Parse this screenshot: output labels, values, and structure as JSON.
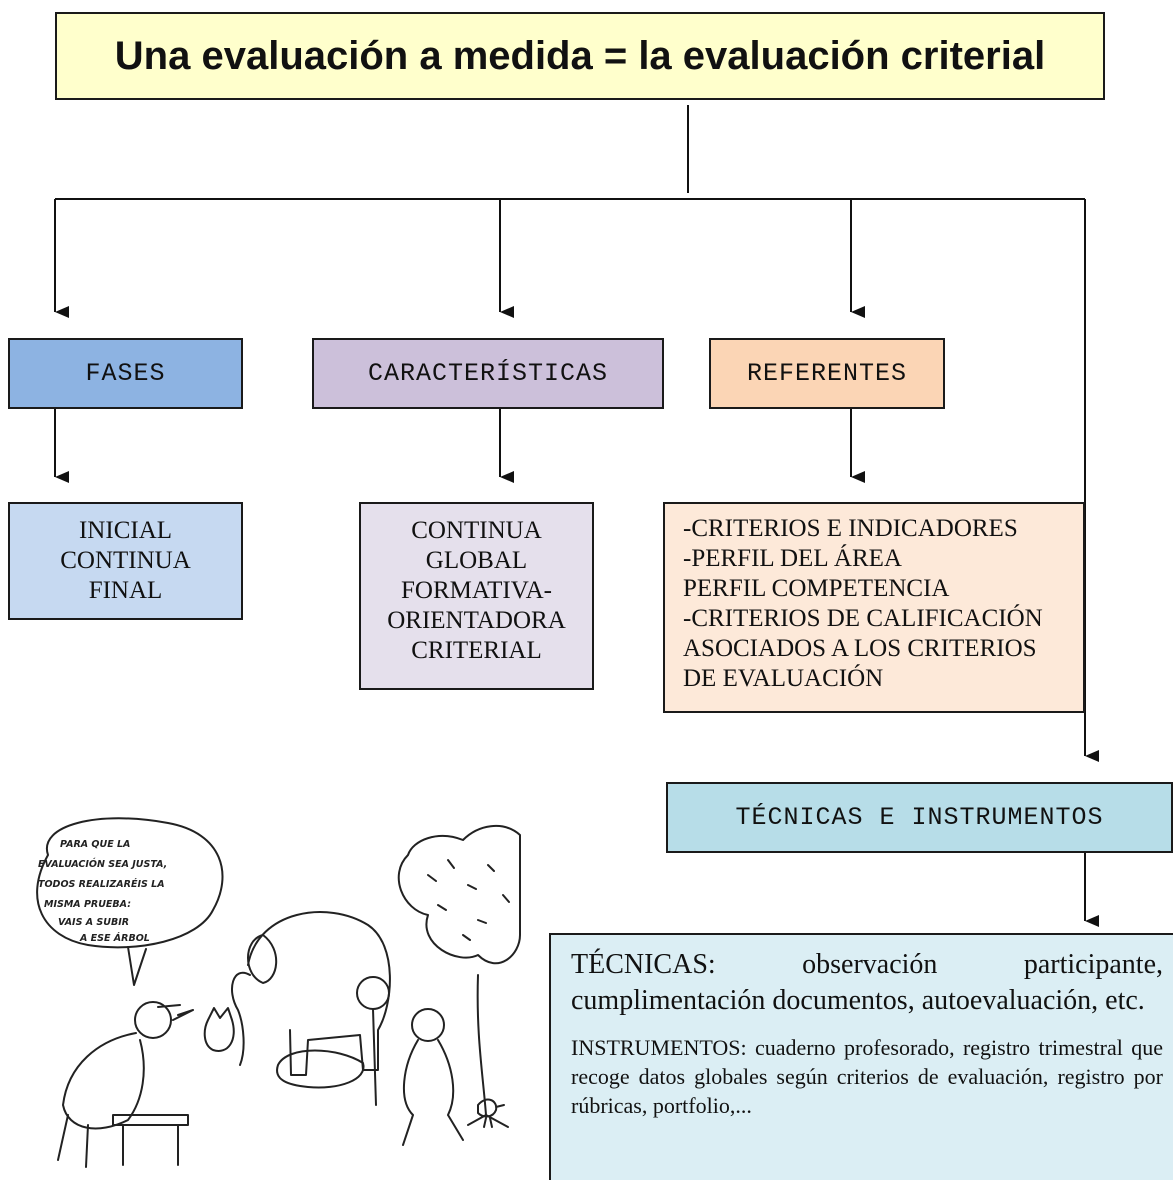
{
  "title": "Una evaluación a medida = la evaluación criterial",
  "fases": {
    "header": "FASES",
    "items": [
      "INICIAL",
      "CONTINUA",
      "FINAL"
    ]
  },
  "caracteristicas": {
    "header": "CARACTERÍSTICAS",
    "items": [
      "CONTINUA",
      "GLOBAL",
      "FORMATIVA-",
      "ORIENTADORA",
      "CRITERIAL"
    ]
  },
  "referentes": {
    "header": "REFERENTES",
    "items": [
      "-CRITERIOS E INDICADORES",
      "-PERFIL DEL ÁREA",
      "PERFIL COMPETENCIA",
      "-CRITERIOS DE  CALIFICACIÓN",
      "ASOCIADOS A LOS CRITERIOS",
      "DE EVALUACIÓN"
    ]
  },
  "tecnicas": {
    "header": "TÉCNICAS E INSTRUMENTOS",
    "tecnicas_label": "TÉCNICAS:",
    "tecnicas_text": " observación participante, cumplimentación documentos, autoevaluación, etc.",
    "instrumentos_label": "INSTRUMENTOS:",
    "instrumentos_text": " cuaderno profesorado, registro trimestral que recoge datos globales según criterios de evaluación, registro por rúbricas, portfolio,..."
  },
  "cartoon": {
    "speech_lines": [
      "PARA QUE LA",
      "EVALUACIÓN SEA JUSTA,",
      "TODOS REALIZARÉIS LA",
      "MISMA PRUEBA:",
      "VAIS A SUBIR",
      "A ESE ÁRBOL"
    ]
  },
  "colors": {
    "title_bg": "#ffffcc",
    "fases_header": "#8db3e2",
    "fases_content": "#c6d9f1",
    "caracteristicas_header": "#ccc0da",
    "caracteristicas_content": "#e5e0ec",
    "referentes_header": "#fbd5b5",
    "referentes_content": "#fde9d9",
    "tecnicas_header": "#b7dde8",
    "tecnicas_content": "#dbeef4"
  }
}
